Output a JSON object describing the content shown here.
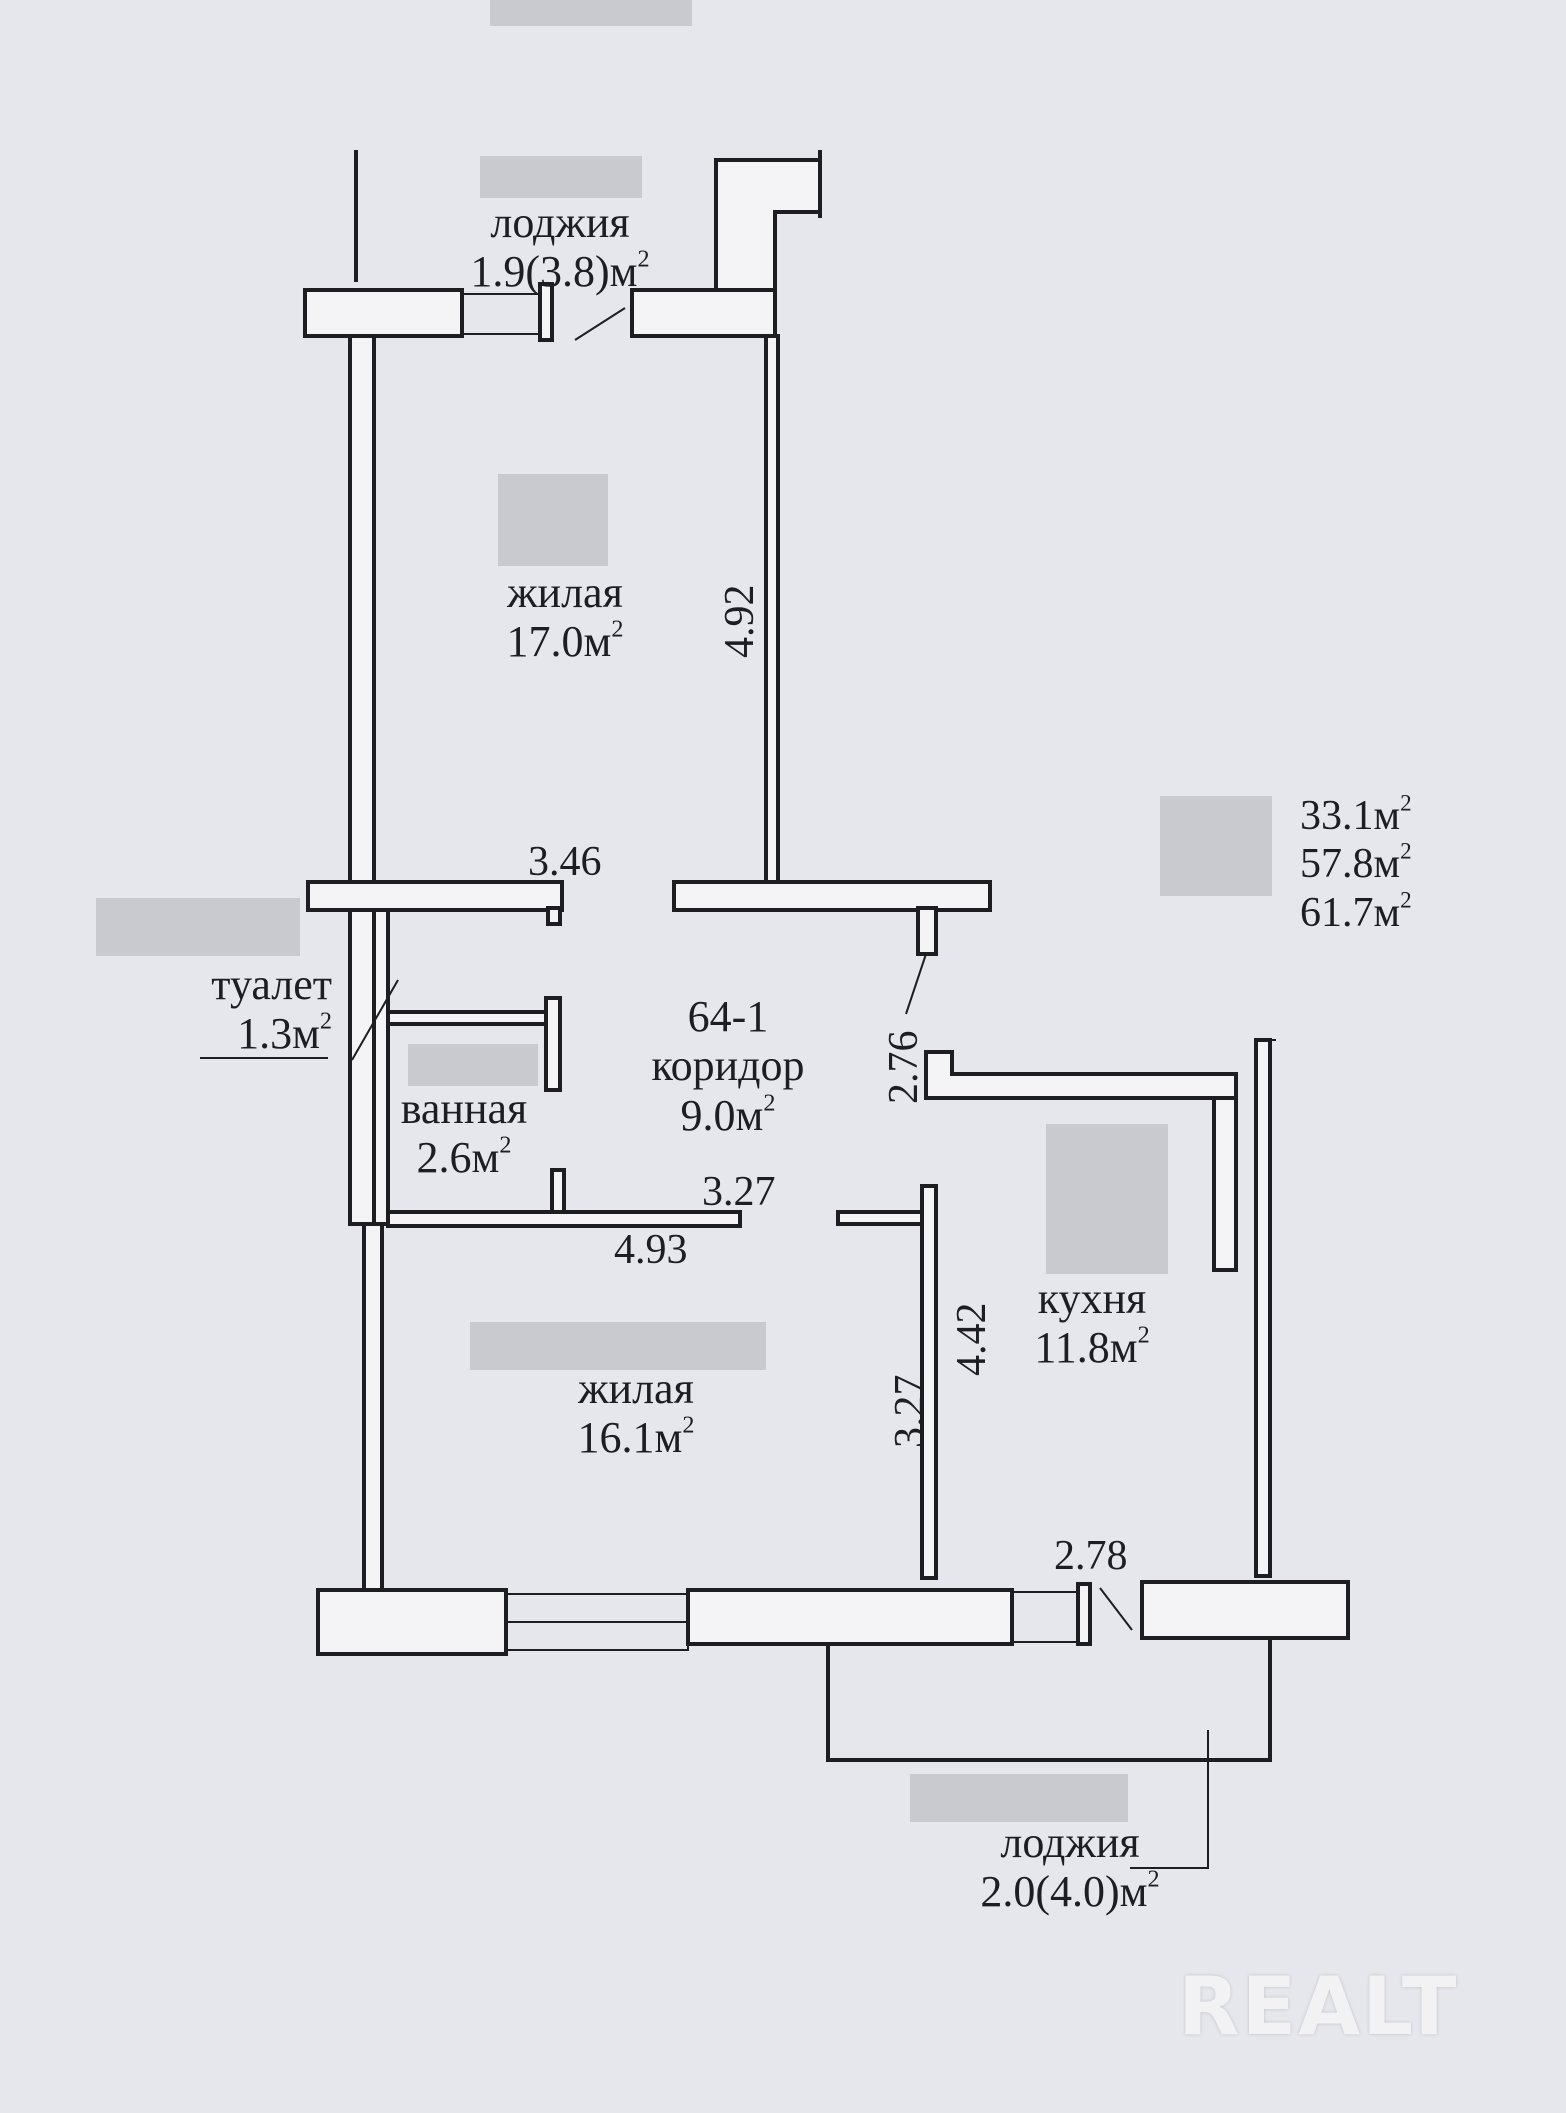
{
  "plan": {
    "rooms": [
      {
        "id": "loggia-top",
        "name": "лоджия",
        "area": "1.9(3.8)м",
        "sup": "2"
      },
      {
        "id": "living-top",
        "name": "жилая",
        "area": "17.0м",
        "sup": "2"
      },
      {
        "id": "toilet",
        "name": "туалет",
        "area": "1.3м",
        "sup": "2"
      },
      {
        "id": "corridor",
        "code": "64-1",
        "name": "коридор",
        "area": "9.0м",
        "sup": "2"
      },
      {
        "id": "bath",
        "name": "ванная",
        "area": "2.6м",
        "sup": "2"
      },
      {
        "id": "kitchen",
        "name": "кухня",
        "area": "11.8м",
        "sup": "2"
      },
      {
        "id": "living-bottom",
        "name": "жилая",
        "area": "16.1м",
        "sup": "2"
      },
      {
        "id": "loggia-bottom",
        "name": "лоджия",
        "area": "2.0(4.0)м",
        "sup": "2"
      }
    ],
    "dimensions": {
      "living_top_depth": "4.92",
      "living_top_width": "3.46",
      "corridor_width": "2.76",
      "bath_corridor_width": "3.27",
      "living_bottom_width": "4.93",
      "living_bottom_depth_a": "3.27",
      "living_bottom_depth_b": "4.42",
      "kitchen_width": "2.78"
    },
    "totals": [
      {
        "value": "33.1м",
        "sup": "2"
      },
      {
        "value": "57.8м",
        "sup": "2"
      },
      {
        "value": "61.7м",
        "sup": "2"
      }
    ]
  },
  "watermark": "REALT"
}
